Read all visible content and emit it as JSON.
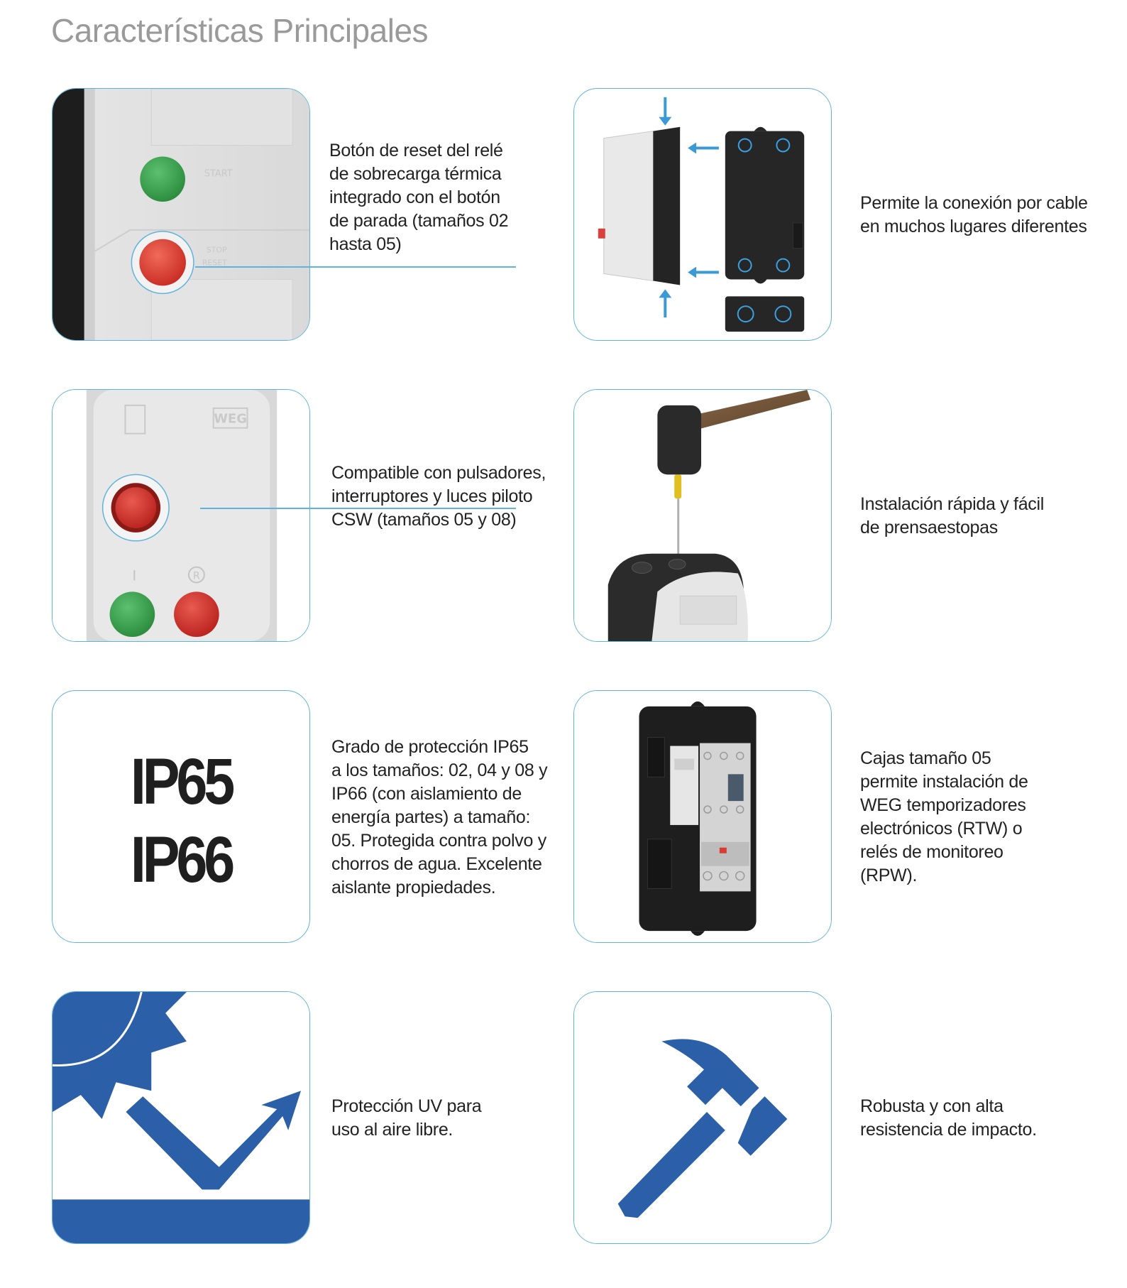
{
  "page": {
    "title": "Características Principales"
  },
  "features": [
    {
      "id": "reset",
      "text": "Botón de reset del relé\nde sobrecarga térmica\nintegrado con el botón\nde parada (tamaños 02\nhasta 05)",
      "icons": [
        "start-label",
        "stop-reset-label"
      ],
      "labels": {
        "start": "START",
        "stop": "STOP\nRESET"
      }
    },
    {
      "id": "cable",
      "text": "Permite la conexión por cable\nen muchos lugares diferentes"
    },
    {
      "id": "csw",
      "text": "Compatible con pulsadores,\ninterruptores y luces piloto\nCSW (tamaños 05 y 08)",
      "labels": {
        "brand": "WEG",
        "on": "I",
        "reset": "R"
      }
    },
    {
      "id": "gland",
      "text": "Instalación rápida y fácil\nde prensaestopas"
    },
    {
      "id": "ip",
      "text": "Grado de protección IP65\na los tamaños: 02, 04 y 08 y\nIP66 (con aislamiento de\nenergía partes) a tamaño:\n05. Protegida contra polvo y\nchorros de agua. Excelente\naislante propiedades.",
      "ip_labels": [
        "IP65",
        "IP66"
      ]
    },
    {
      "id": "box05",
      "text": "Cajas tamaño 05\npermite instalación de\nWEG temporizadores\nelectrónicos (RTW) o\nrelés de monitoreo\n(RPW)."
    },
    {
      "id": "uv",
      "text": "Protección UV para\nuso al aire libre."
    },
    {
      "id": "impact",
      "text": "Robusta y con alta\nresistencia de impacto."
    }
  ],
  "colors": {
    "accent": "#5fb3dc",
    "icon_blue": "#2b5fa8",
    "title_gray": "#9a9a9a",
    "green_button": "#3a9a4a",
    "red_button": "#d93a32"
  }
}
